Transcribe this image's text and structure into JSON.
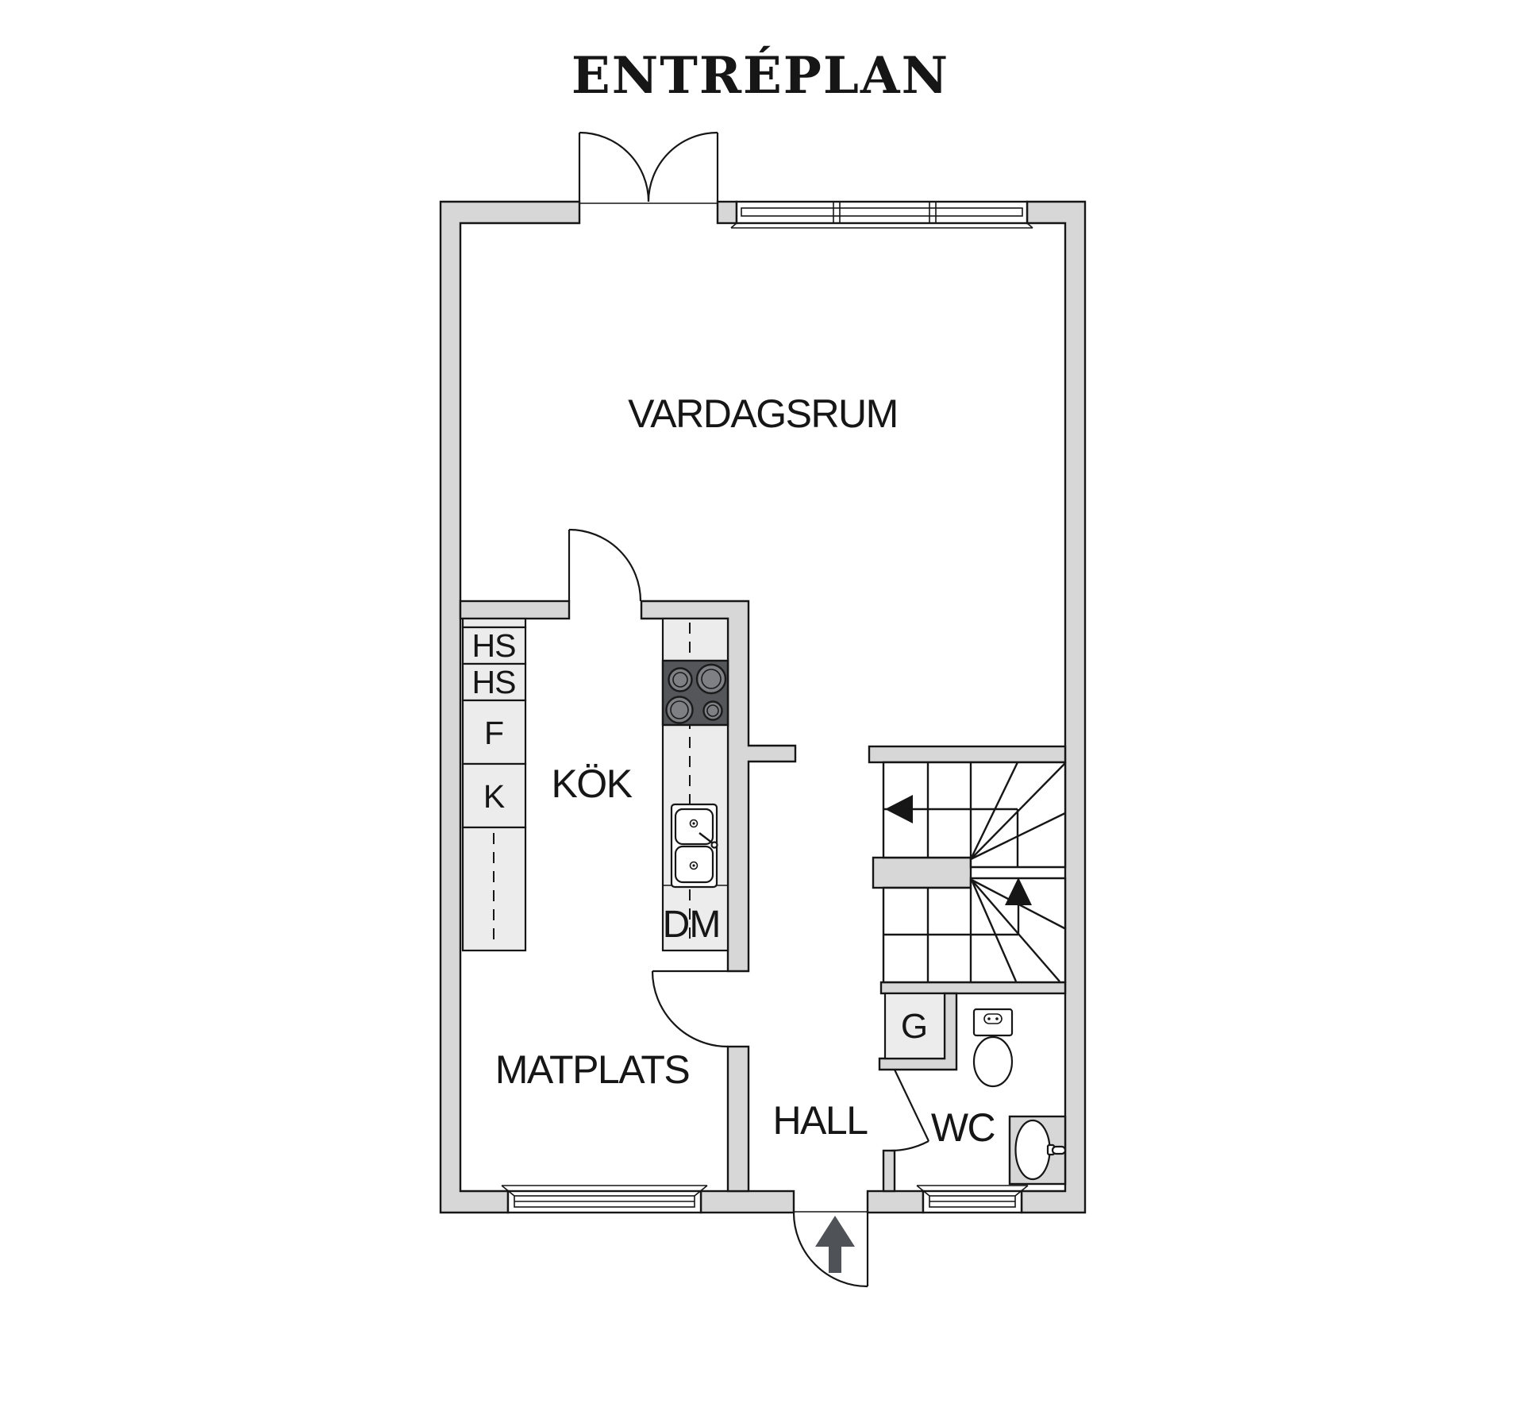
{
  "title": "ENTRÉPLAN",
  "floorplan": {
    "rooms": {
      "living": "VARDAGSRUM",
      "kitchen": "KÖK",
      "dining": "MATPLATS",
      "hall": "HALL",
      "wc": "WC"
    },
    "fixtures": {
      "high_cabinet_1": "HS",
      "high_cabinet_2": "HS",
      "freezer": "F",
      "fridge": "K",
      "dishwasher": "DM",
      "wardrobe": "G"
    }
  },
  "colors": {
    "wall_fill": "#d7d7d8",
    "cabinet_fill": "#ececec",
    "stove_fill": "#54565a",
    "burner_fill": "#7e8083",
    "entry_arrow": "#4f5256",
    "line": "#161616"
  }
}
